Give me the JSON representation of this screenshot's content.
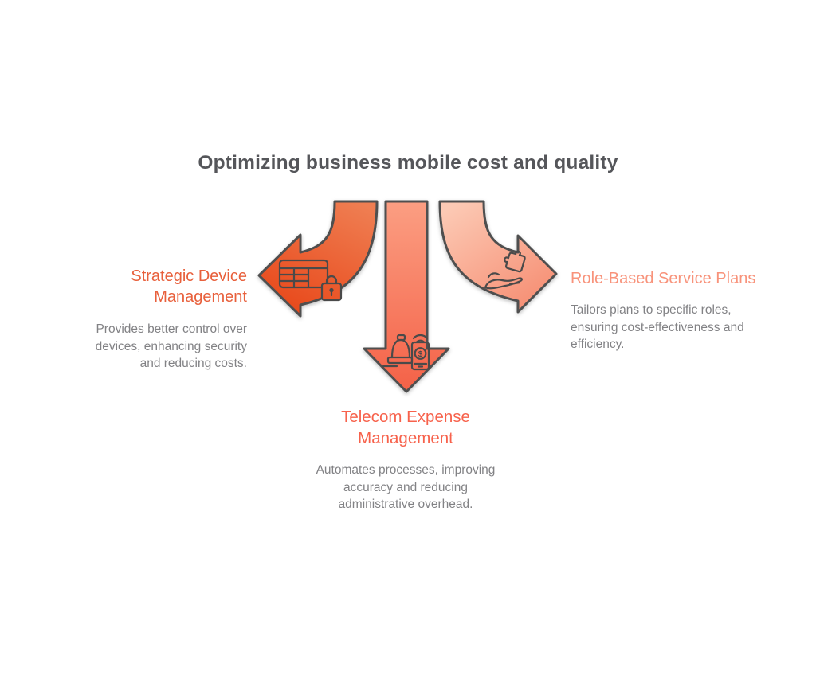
{
  "title": "Optimizing business mobile cost and quality",
  "items": [
    {
      "heading_lines": [
        "Strategic Device",
        "Management"
      ],
      "description_lines": [
        "Provides better control over",
        "devices, enhancing security",
        "and reducing costs."
      ],
      "icon": "table-lock-icon",
      "arrow_direction": "left"
    },
    {
      "heading_lines": [
        "Telecom Expense",
        "Management"
      ],
      "description_lines": [
        "Automates processes, improving",
        "accuracy and reducing",
        "administrative overhead."
      ],
      "icon": "cash-register-smartphone-icon",
      "arrow_direction": "down",
      "dollar_symbol": "$"
    },
    {
      "heading_lines": [
        "Role-Based Service Plans"
      ],
      "description_lines": [
        "Tailors plans to specific roles,",
        "ensuring cost-effectiveness and",
        "efficiency."
      ],
      "icon": "hand-puzzle-icon",
      "arrow_direction": "right"
    }
  ],
  "colors": {
    "title_text": "#55565a",
    "body_text": "#828285",
    "left_heading": "#e8603c",
    "center_heading": "#f7624c",
    "right_heading": "#f8937b",
    "left_arrow_gradient": [
      "#ef7e52",
      "#e8481a"
    ],
    "center_arrow_gradient": [
      "#fb9e82",
      "#f46147"
    ],
    "right_arrow_gradient": [
      "#fcc9b4",
      "#f68d72"
    ],
    "arrow_outline": "#4f4f4f",
    "icon_line": "#4a4a4a"
  }
}
